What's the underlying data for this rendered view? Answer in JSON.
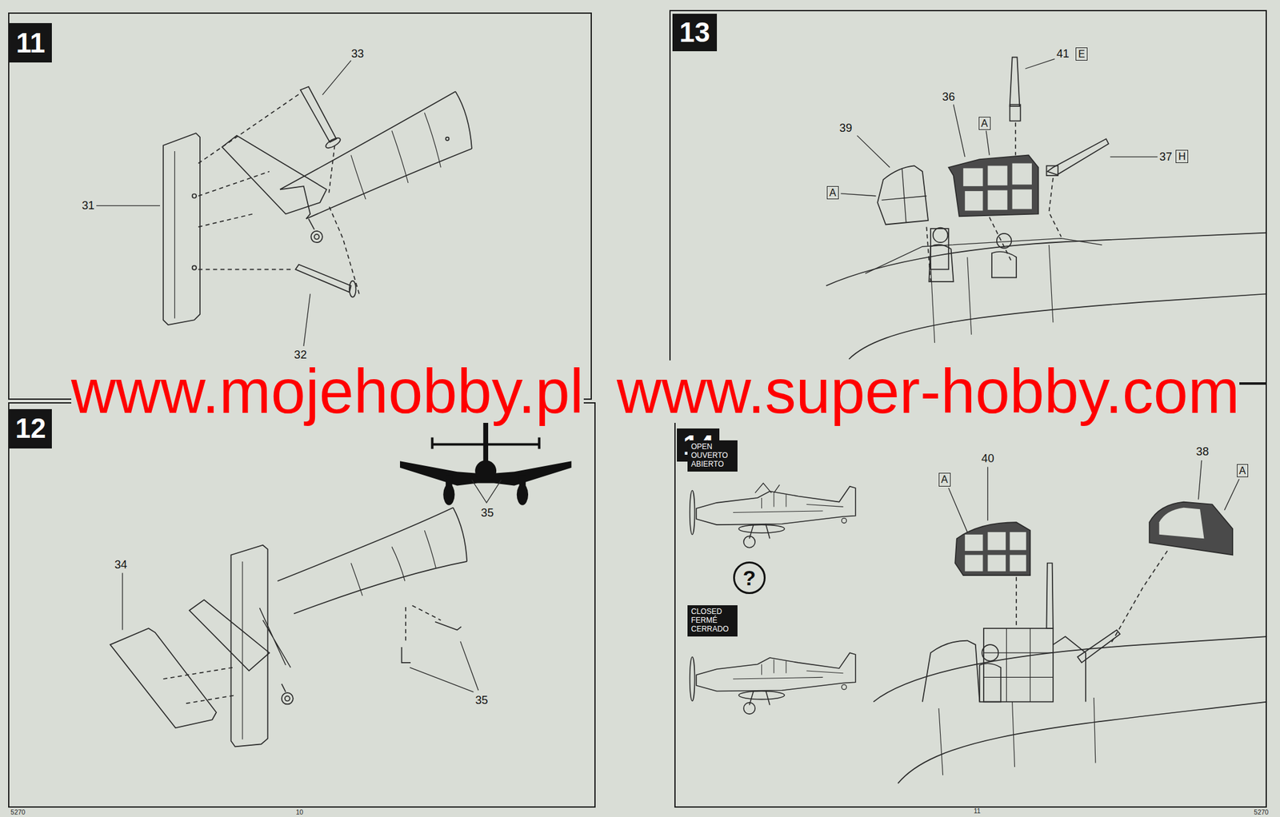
{
  "diagram": {
    "nodes": [
      {
        "text": [
          "11"
        ]
      },
      {
        "text": [
          "12"
        ]
      },
      {
        "text": [
          "13"
        ]
      },
      {
        "text": [
          "E"
        ],
        "in": 2
      },
      {
        "text": [
          "A"
        ],
        "in": 2
      },
      {
        "text": [
          "A"
        ],
        "in": 2
      },
      {
        "text": [
          "H"
        ],
        "in": 2
      },
      {
        "text": [
          "14"
        ]
      },
      {
        "text": [
          "OPEN OUVERTO ABIERTO"
        ],
        "in": 7
      },
      {
        "text": [
          "?"
        ],
        "in": 7
      },
      {
        "text": [
          "CLOSED FERMÉ CERRADO"
        ],
        "in": 7
      },
      {
        "text": [
          "A"
        ],
        "in": 7
      },
      {
        "text": [
          "A"
        ],
        "in": 7
      }
    ],
    "labels": [
      "33",
      "31",
      "32",
      "35",
      "34",
      "35",
      "41",
      "36",
      "39",
      "37",
      "40",
      "38",
      "www.mojehobby.pl",
      "www.super-hobby.com",
      "5270",
      "10",
      "11",
      "5270"
    ]
  }
}
